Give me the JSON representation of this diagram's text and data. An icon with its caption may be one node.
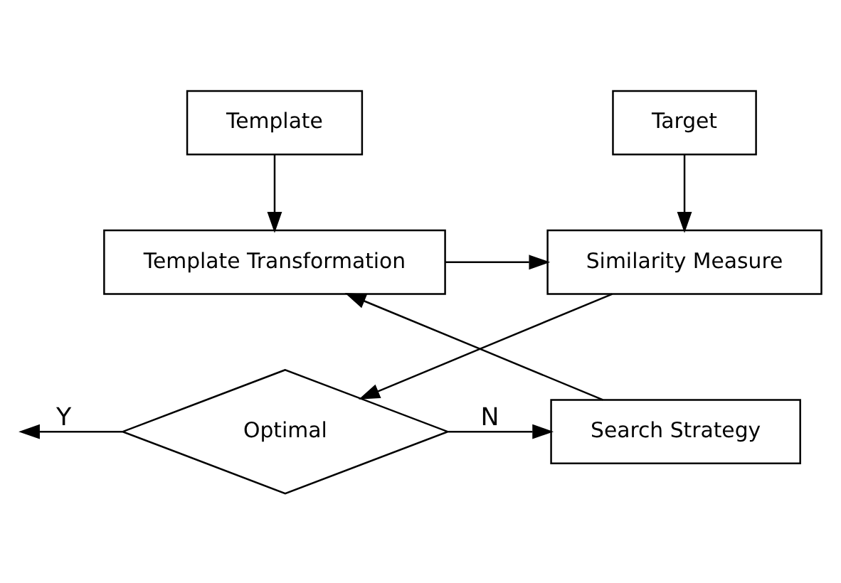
{
  "diagram": {
    "nodes": [
      {
        "text": [
          "Target"
        ]
      },
      {
        "text": [
          "Template"
        ]
      },
      {
        "text": [
          "Similarity Measure"
        ]
      },
      {
        "text": [
          "Template Transformation"
        ]
      },
      {
        "text": [
          "Search Strategy"
        ]
      },
      {
        "text": [
          "Optimal"
        ]
      }
    ],
    "edges": [
      {
        "from": 0,
        "to": 2,
        "arrow": "to"
      },
      {
        "from": 1,
        "to": 3,
        "arrow": "to"
      },
      {
        "from": 3,
        "to": 2,
        "arrow": "to"
      },
      {
        "from": 2,
        "to": 5,
        "arrow": "to"
      },
      {
        "from": 5,
        "to": 4,
        "label": "N",
        "arrow": "to"
      },
      {
        "from": 4,
        "to": 3,
        "arrow": "to"
      },
      {
        "from": 5,
        "to": null,
        "label": "Y",
        "arrow": "to"
      }
    ]
  }
}
